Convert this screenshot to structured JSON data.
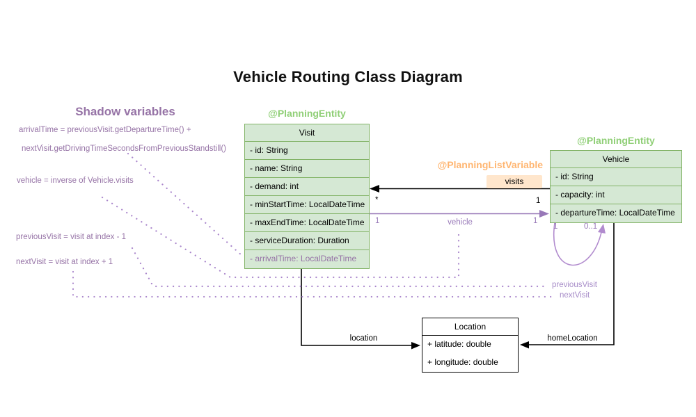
{
  "title": "Vehicle Routing Class Diagram",
  "shadow_panel": {
    "heading": "Shadow variables",
    "lines": [
      "arrivalTime = previousVisit.getDepartureTime() +",
      "nextVisit.getDrivingTimeSecondsFromPreviousStandstill()",
      "vehicle = inverse of Vehicle.visits",
      "previousVisit = visit at index - 1",
      "nextVisit = visit at index + 1"
    ]
  },
  "classes": {
    "visit": {
      "annotation": "@PlanningEntity",
      "name": "Visit",
      "attributes": [
        "- id: String",
        "- name: String",
        "- demand: int",
        "- minStartTime: LocalDateTime",
        "- maxEndTime: LocalDateTime",
        "- serviceDuration: Duration"
      ],
      "shadow_attribute": "- arrivalTime: LocalDateTime"
    },
    "vehicle": {
      "annotation": "@PlanningEntity",
      "name": "Vehicle",
      "attributes": [
        "- id: String",
        "- capacity: int",
        "- departureTime: LocalDateTime"
      ]
    },
    "location": {
      "name": "Location",
      "attributes": [
        "+ latitude: double",
        "+ longitude: double"
      ]
    }
  },
  "associations": {
    "visits": {
      "annotation": "@PlanningListVariable",
      "label": "visits",
      "visit_end_multiplicity": "*",
      "vehicle_end_multiplicity": "1"
    },
    "vehicle": {
      "label": "vehicle",
      "visit_end_multiplicity": "1",
      "vehicle_end_multiplicity": "1"
    },
    "chain_loop": {
      "source_multiplicity": "1",
      "target_multiplicity": "0..1",
      "previous_label": "previousVisit",
      "next_label": "nextVisit"
    },
    "location": {
      "label": "location"
    },
    "home_location": {
      "label": "homeLocation"
    }
  },
  "colors": {
    "purple_text": "#9673a6",
    "purple_dots": "#aa87cc",
    "purple_loop": "#b18bce",
    "green_fill": "#d5e8d4",
    "green_border": "#82b366",
    "green_annotation": "#90cf77",
    "orange_annotation": "#ffb570",
    "orange_fill": "#ffe6cc",
    "black": "#000000"
  }
}
